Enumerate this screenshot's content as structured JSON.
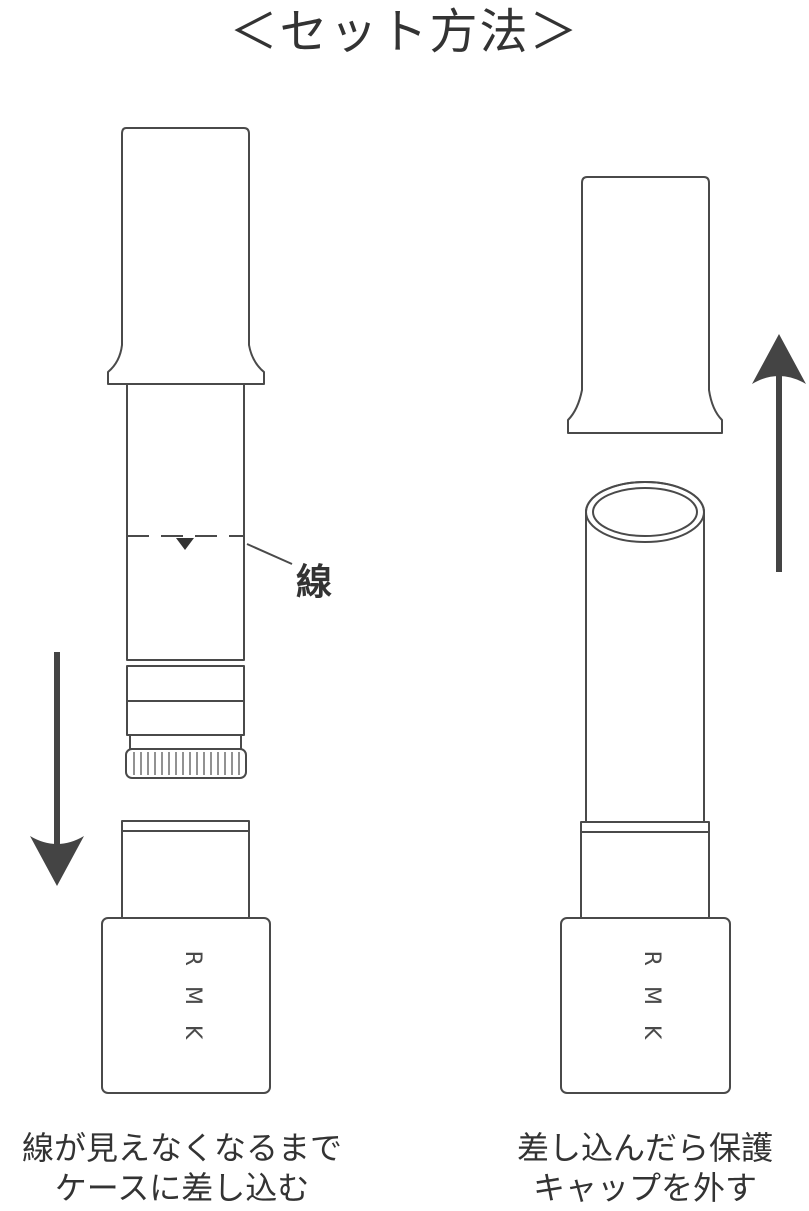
{
  "title": "＜セット方法＞",
  "line_label": "線",
  "brand_logo": "RMK",
  "steps": [
    {
      "line1": "線が見えなくなるまで",
      "line2": "ケースに差し込む"
    },
    {
      "line1": "差し込んだら保護",
      "line2": "キャップを外す"
    }
  ],
  "colors": {
    "outline": "#4a4a4a",
    "arrow": "#444444",
    "text": "#333333"
  },
  "icons": {
    "down_arrow": "arrow-down-icon",
    "up_arrow": "arrow-up-icon",
    "marker": "triangle-marker-icon"
  }
}
